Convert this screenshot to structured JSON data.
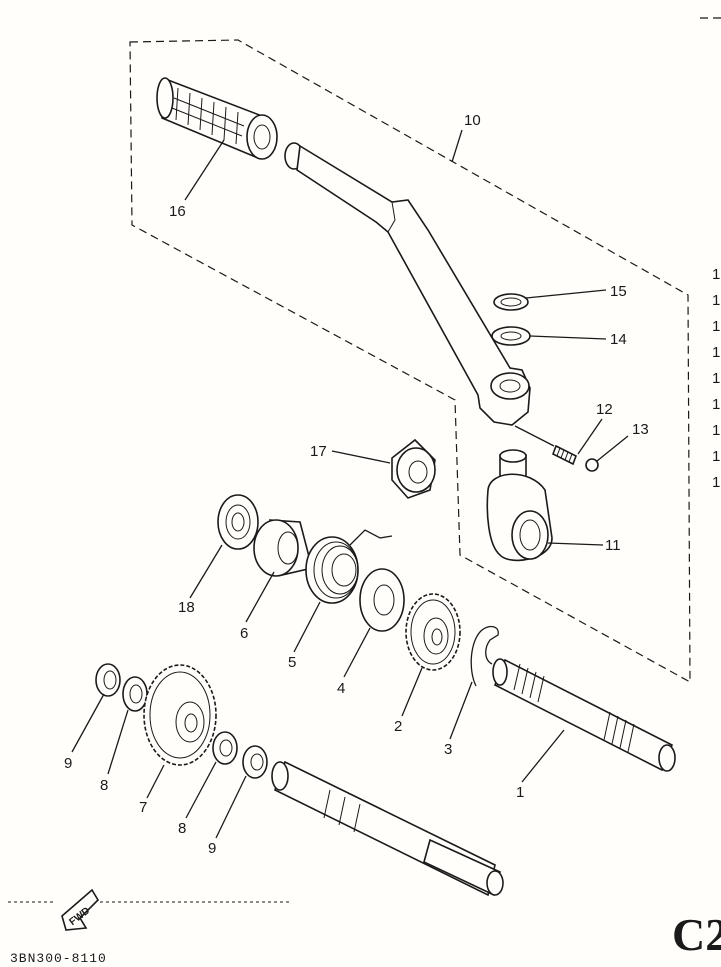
{
  "diagram": {
    "part_code": "3BN300-8110",
    "corner_label": "C2",
    "fwd_label": "FWD",
    "callouts": {
      "c1": "1",
      "c2": "2",
      "c3": "3",
      "c4": "4",
      "c5": "5",
      "c6": "6",
      "c7": "7",
      "c8a": "8",
      "c8b": "8",
      "c9a": "9",
      "c9b": "9",
      "c10": "10",
      "c11": "11",
      "c12": "12",
      "c13": "13",
      "c14": "14",
      "c15": "15",
      "c16": "16",
      "c17": "17",
      "c18": "18"
    },
    "margin_marks": [
      "1",
      "1",
      "1",
      "1",
      "1",
      "1",
      "1",
      "1",
      "1"
    ]
  }
}
